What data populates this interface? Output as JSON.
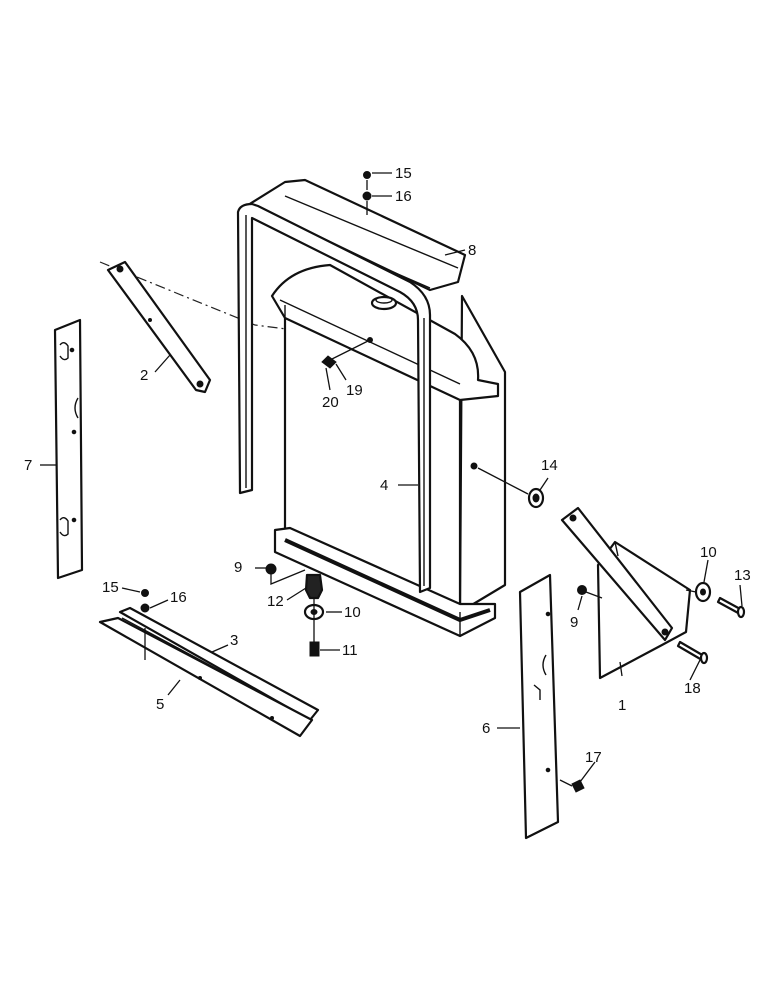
{
  "callouts": {
    "c1": "1",
    "c2": "2",
    "c3": "3",
    "c4": "4",
    "c5": "5",
    "c6": "6",
    "c7": "7",
    "c8": "8",
    "c9a": "9",
    "c9b": "9",
    "c10a": "10",
    "c10b": "10",
    "c11": "11",
    "c12": "12",
    "c13": "13",
    "c14": "14",
    "c15a": "15",
    "c15b": "15",
    "c16a": "16",
    "c16b": "16",
    "c17": "17",
    "c18": "18",
    "c19": "19",
    "c20": "20"
  }
}
